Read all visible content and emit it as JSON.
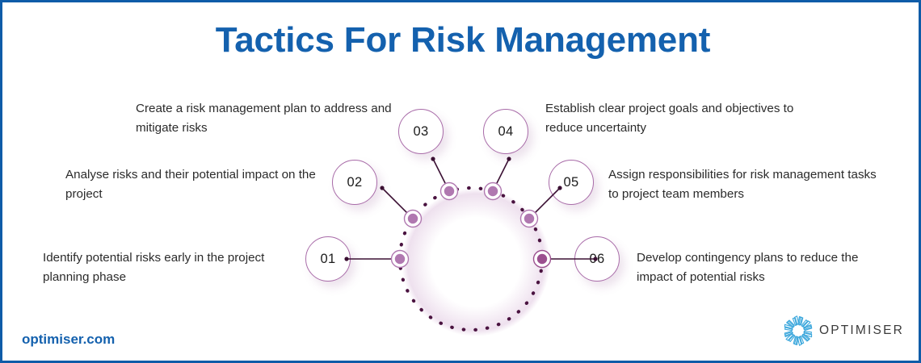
{
  "page": {
    "title": "Tactics For Risk Management",
    "title_color": "#1461AE",
    "border_color": "#0F5CA8",
    "background": "#ffffff",
    "accent_color": "#A86BA8",
    "node_color": "#B078B0",
    "dot_color": "#4A1340",
    "body_text_color": "#2b2b2b"
  },
  "steps": [
    {
      "number": "01",
      "text": "Identify potential risks early in the project planning phase",
      "side": "left"
    },
    {
      "number": "02",
      "text": "Analyse risks and their potential impact on the project",
      "side": "left"
    },
    {
      "number": "03",
      "text": "Create a risk management plan to address and mitigate risks",
      "side": "left"
    },
    {
      "number": "04",
      "text": "Establish clear project goals and objectives to reduce uncertainty",
      "side": "right"
    },
    {
      "number": "05",
      "text": "Assign responsibilities for risk management tasks to project team members",
      "side": "right"
    },
    {
      "number": "06",
      "text": "Develop contingency plans to reduce the impact of potential risks",
      "side": "right"
    }
  ],
  "footer": {
    "site_url": "optimiser.com",
    "logo_text": "OPTIMISER",
    "logo_icon": "snowflake-flower-mark",
    "logo_color": "#3BA7DC"
  }
}
